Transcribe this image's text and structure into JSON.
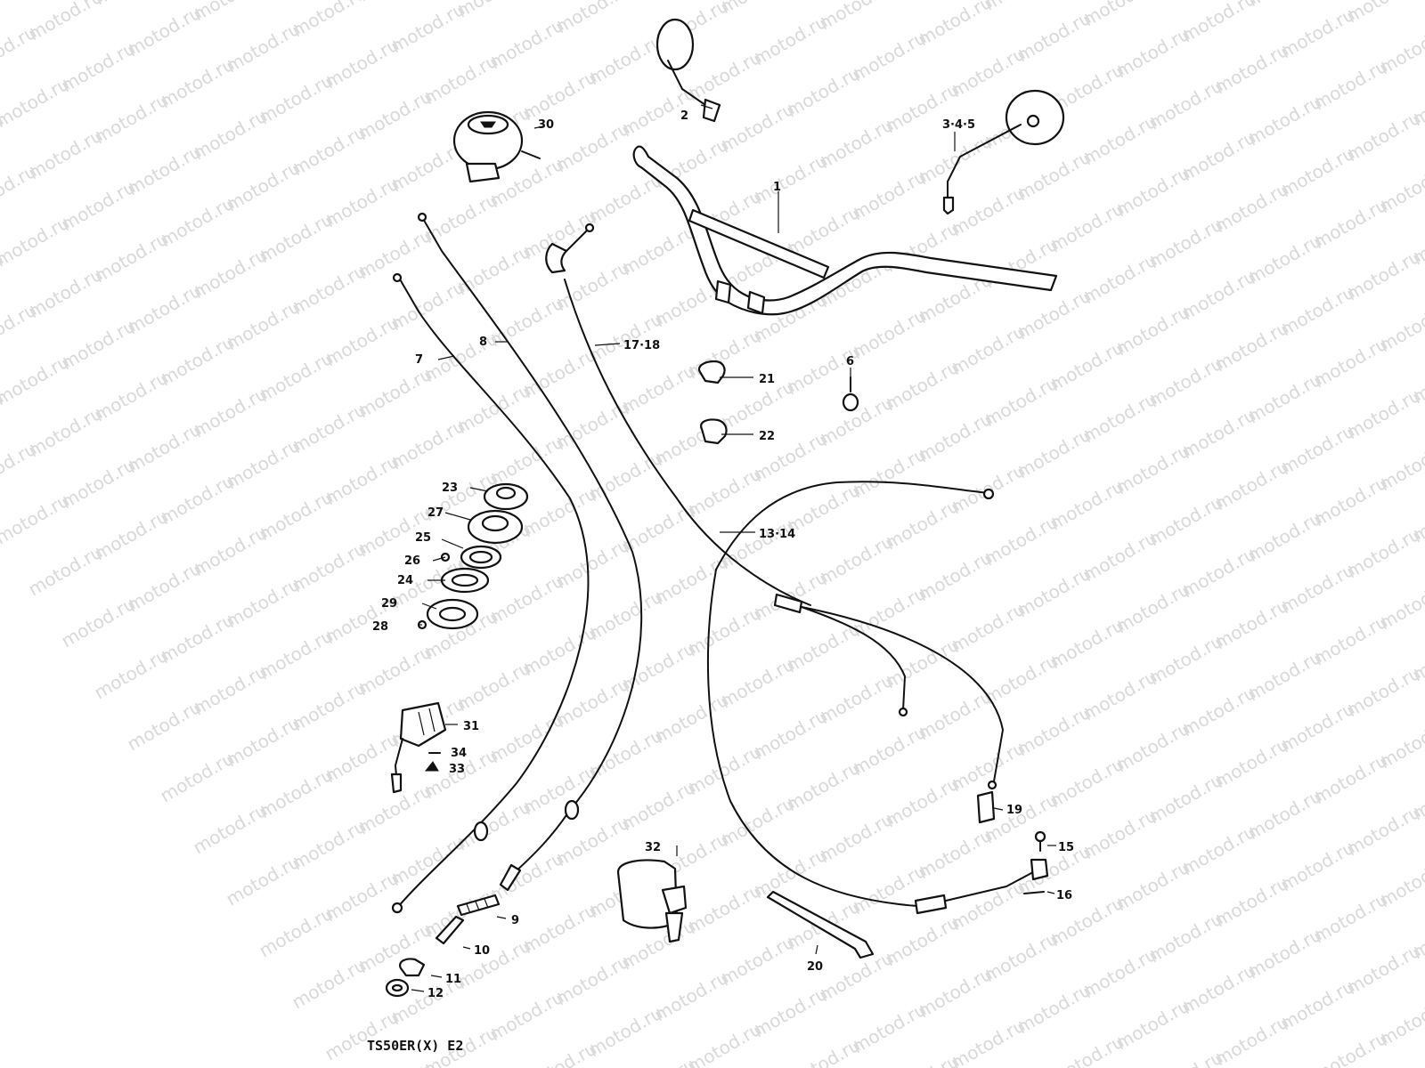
{
  "watermark": {
    "text": "motod.ru"
  },
  "caption": "TS50ER(X) E2",
  "colors": {
    "ink": "#111111",
    "background": "#ffffff",
    "watermark": "#d9d9d9"
  },
  "callouts": {
    "c1": "1",
    "c2": "2",
    "c345": "3·4·5",
    "c6": "6",
    "c7": "7",
    "c8": "8",
    "c9": "9",
    "c10": "10",
    "c11": "11",
    "c12": "12",
    "c1314": "13·14",
    "c15": "15",
    "c16": "16",
    "c1718": "17·18",
    "c19": "19",
    "c20": "20",
    "c21": "21",
    "c22": "22",
    "c23": "23",
    "c24": "24",
    "c25": "25",
    "c26": "26",
    "c27": "27",
    "c28": "28",
    "c29": "29",
    "c30": "30",
    "c31": "31",
    "c32": "32",
    "c33": "33",
    "c34": "34"
  }
}
